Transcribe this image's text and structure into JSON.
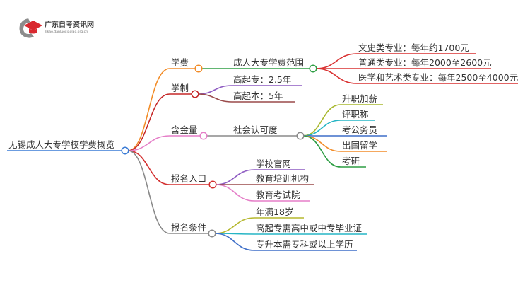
{
  "logo": {
    "title": "广东自考资讯网",
    "subtitle": "zikao.danluoxiaolao.org.cn",
    "colors": {
      "red": "#d9282f",
      "gray": "#8c8c8c"
    }
  },
  "root": {
    "label": "无锡成人大专学校学费概览",
    "color": "#3a7bd5"
  },
  "branches": [
    {
      "label": "学费",
      "color": "#f28c28",
      "children": [
        {
          "label": "成人大专学费范围",
          "color": "#2e9e44",
          "children": [
            {
              "label": "文史类专业：每年约1700元",
              "color": "#d93030"
            },
            {
              "label": "普通类专业：每年2000至2600元",
              "color": "#d93030"
            },
            {
              "label": "医学和艺术类专业：每年2500至4000元",
              "color": "#d93030"
            }
          ]
        }
      ]
    },
    {
      "label": "学制",
      "color": "#c62828",
      "children": [
        {
          "label": "高起专：2.5年",
          "color": "#8e5bc2"
        },
        {
          "label": "高起本：5年",
          "color": "#9a4a4a"
        }
      ]
    },
    {
      "label": "含金量",
      "color": "#e57fc8",
      "children": [
        {
          "label": "社会认可度",
          "color": "#8a8a8a",
          "children": [
            {
              "label": "升职加薪",
              "color": "#a8b82e"
            },
            {
              "label": "评职称",
              "color": "#26b5c5"
            },
            {
              "label": "考公务员",
              "color": "#3f6fc8"
            },
            {
              "label": "出国留学",
              "color": "#f28c28"
            },
            {
              "label": "考研",
              "color": "#2e9e44"
            }
          ]
        }
      ]
    },
    {
      "label": "报名入口",
      "color": "#d32f2f",
      "children": [
        {
          "label": "学校官网",
          "color": "#8e5bc2"
        },
        {
          "label": "教育培训机构",
          "color": "#9a4a4a"
        },
        {
          "label": "教育考试院",
          "color": "#e57fc8"
        }
      ]
    },
    {
      "label": "报名条件",
      "color": "#8a8a8a",
      "children": [
        {
          "label": "年满18岁",
          "color": "#b5b82e"
        },
        {
          "label": "高起专需高中或中专毕业证",
          "color": "#26b5c5"
        },
        {
          "label": "专升本需专科或以上学历",
          "color": "#3f6fc8"
        }
      ]
    }
  ]
}
